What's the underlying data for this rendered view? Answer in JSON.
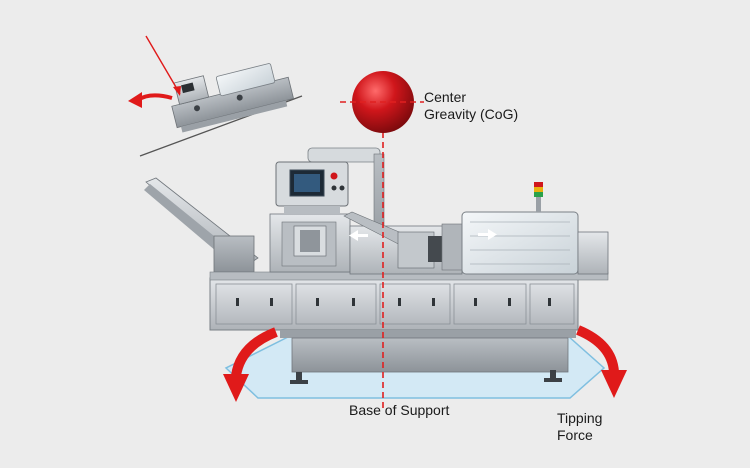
{
  "labels": {
    "cog_line1": "Center",
    "cog_line2": "Greavity (CoG)",
    "base_of_support": "Base of Support",
    "tipping_line1": "Tipping",
    "tipping_line2": "Force"
  },
  "colors": {
    "background": "#ececec",
    "cog_ball": "#d0161b",
    "arrow": "#e01a1a",
    "dashed_line": "#e02020",
    "base_polygon_fill": "#cfe9f7",
    "base_polygon_stroke": "#7fbfe0",
    "machine_body": "#c8ccd0"
  },
  "icons": {
    "tipping_arrow": "curved-arrow-down-icon",
    "cog": "red-sphere-icon",
    "direction_arrow": "white-arrow-icon"
  }
}
